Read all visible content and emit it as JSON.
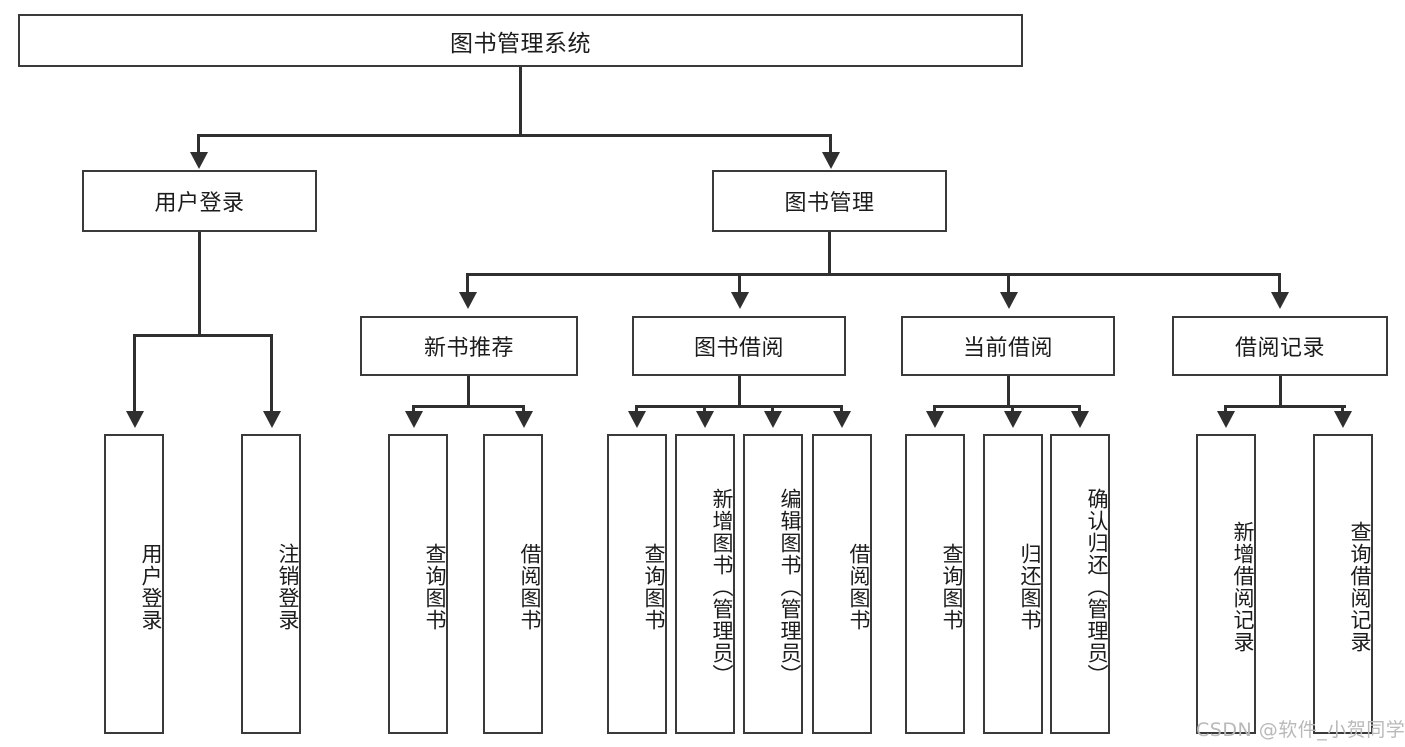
{
  "diagram": {
    "type": "tree-flowchart",
    "title": "图书管理系统",
    "root": {
      "label": "图书管理系统"
    },
    "level2": [
      {
        "id": "user-login",
        "label": "用户登录"
      },
      {
        "id": "book-management",
        "label": "图书管理"
      }
    ],
    "level3": [
      {
        "id": "new-book-recommend",
        "label": "新书推荐"
      },
      {
        "id": "book-borrow",
        "label": "图书借阅"
      },
      {
        "id": "current-borrow",
        "label": "当前借阅"
      },
      {
        "id": "borrow-record",
        "label": "借阅记录"
      }
    ],
    "leaves": {
      "user_login": [
        {
          "id": "leaf-user-login",
          "label": "用户登录"
        },
        {
          "id": "leaf-logout-login",
          "label": "注销登录"
        }
      ],
      "new_book_recommend": [
        {
          "id": "leaf-query-book-1",
          "label": "查询图书"
        },
        {
          "id": "leaf-borrow-book-1",
          "label": "借阅图书"
        }
      ],
      "book_borrow": [
        {
          "id": "leaf-query-book-2",
          "label": "查询图书"
        },
        {
          "id": "leaf-add-book",
          "label": "新增图书（管理员）"
        },
        {
          "id": "leaf-edit-book",
          "label": "编辑图书（管理员）"
        },
        {
          "id": "leaf-borrow-book-2",
          "label": "借阅图书"
        }
      ],
      "current_borrow": [
        {
          "id": "leaf-query-book-3",
          "label": "查询图书"
        },
        {
          "id": "leaf-return-book",
          "label": "归还图书"
        },
        {
          "id": "leaf-confirm-return",
          "label": "确认归还（管理员）"
        }
      ],
      "borrow_record": [
        {
          "id": "leaf-add-borrow-record",
          "label": "新增借阅记录"
        },
        {
          "id": "leaf-query-borrow-record",
          "label": "查询借阅记录"
        }
      ]
    }
  },
  "watermark": {
    "text": "CSDN @软件_小贺同学"
  },
  "colors": {
    "border": "#3a3a3a",
    "line": "#2f2f2f",
    "background": "#ffffff",
    "text": "#1c1c1c",
    "watermark": "#b9b9b9"
  }
}
